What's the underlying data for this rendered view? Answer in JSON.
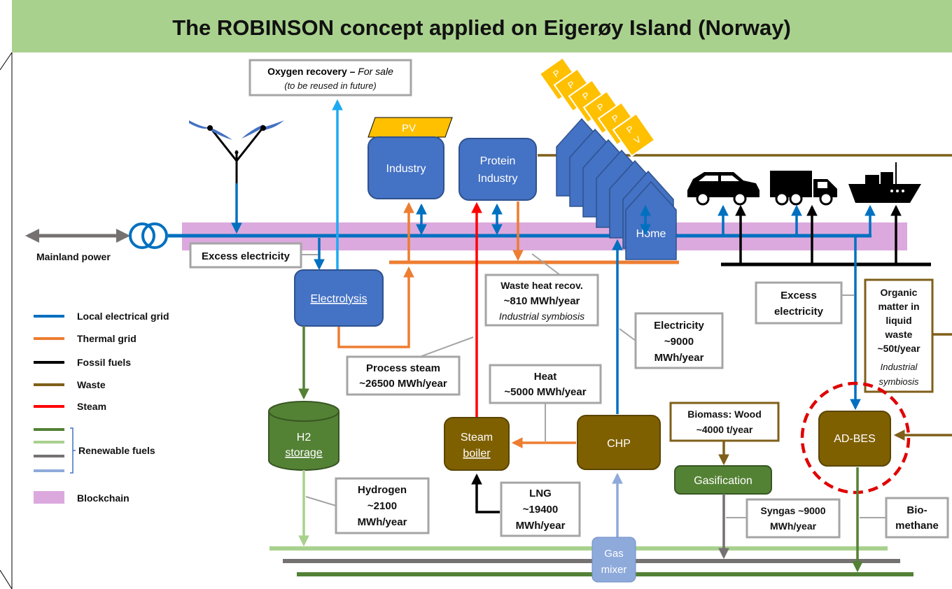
{
  "title": "The ROBINSON concept applied on Eigerøy Island (Norway)",
  "colors": {
    "header_bg": "#a9d18e",
    "electrical": "#0070c0",
    "thermal": "#ed7d31",
    "fossil": "#000000",
    "waste": "#7f5f1a",
    "steam": "#ff0000",
    "renewable_dark_green": "#538135",
    "renewable_light_green": "#a9d18e",
    "renewable_grey": "#767171",
    "renewable_light_blue": "#8eaadb",
    "blockchain": "#dba9dd",
    "unit_blue": "#4472c4",
    "unit_brown": "#7f6000",
    "unit_green": "#548235",
    "pv_yellow": "#ffc000",
    "oxygen_line": "#1eaaf1"
  },
  "labels": {
    "mainland_power": "Mainland power",
    "excess_electricity_left": "Excess electricity",
    "oxygen_bold": "Oxygen recovery –",
    "oxygen_italic": "For sale",
    "oxygen_sub": "(to be reused in future)",
    "waste_heat_1": "Waste heat recov.",
    "waste_heat_2": "~810 MWh/year",
    "waste_heat_3": "Industrial symbiosis",
    "process_steam_1": "Process steam",
    "process_steam_2": "~26500 MWh/year",
    "heat_1": "Heat",
    "heat_2": "~5000 MWh/year",
    "electricity_1": "Electricity",
    "electricity_2": "~9000",
    "electricity_3": "MWh/year",
    "excess_right_1": "Excess",
    "excess_right_2": "electricity",
    "organic_1": "Organic",
    "organic_2": "matter in",
    "organic_3": "liquid",
    "organic_4": "waste",
    "organic_5": "~50t/year",
    "organic_6": "Industrial",
    "organic_7": "symbiosis",
    "biomass_1": "Biomass: Wood",
    "biomass_2": "~4000 t/year",
    "hydrogen_1": "Hydrogen",
    "hydrogen_2": "~2100",
    "hydrogen_3": "MWh/year",
    "lng_1": "LNG",
    "lng_2": "~19400",
    "lng_3": "MWh/year",
    "syngas_1": "Syngas ~9000",
    "syngas_2": "MWh/year",
    "biomethane_1": "Bio-",
    "biomethane_2": "methane"
  },
  "units": {
    "pv": "PV",
    "industry": "Industry",
    "protein_1": "Protein",
    "protein_2": "Industry",
    "home": "Home",
    "home_partial": "H",
    "pv_panel_1": "P",
    "pv_panel_2": "V",
    "electrolysis": "Electrolysis",
    "h2_storage_1": "H2",
    "h2_storage_2": "storage",
    "steam_boiler_1": "Steam",
    "steam_boiler_2": "boiler",
    "chp": "CHP",
    "gasification": "Gasification",
    "ad_bes": "AD-BES",
    "gas_mixer_1": "Gas",
    "gas_mixer_2": "mixer"
  },
  "legend": [
    {
      "label": "Local electrical grid",
      "color": "#0070c0"
    },
    {
      "label": "Thermal grid",
      "color": "#ed7d31"
    },
    {
      "label": "Fossil fuels",
      "color": "#000000"
    },
    {
      "label": "Waste",
      "color": "#7f5f1a"
    },
    {
      "label": "Steam",
      "color": "#ff0000"
    },
    {
      "label": "Renewable fuels",
      "color": "#538135"
    },
    {
      "label": "Blockchain",
      "color": "#dba9dd"
    }
  ],
  "icons": {
    "wind_turbine": "wind-turbine-icon",
    "transformer": "transformer-icon",
    "car": "car-icon",
    "truck": "truck-icon",
    "ship": "ship-icon",
    "pv_panel": "solar-panel-icon"
  }
}
